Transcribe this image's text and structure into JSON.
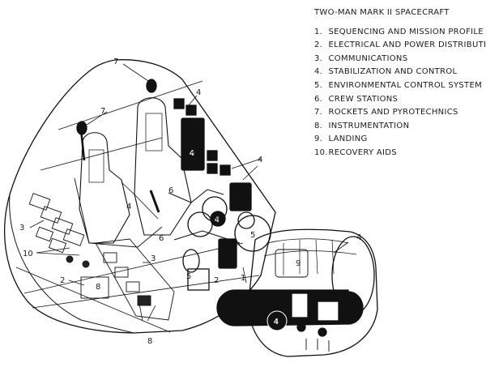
{
  "diagram": {
    "title": "TWO-MAN MARK II SPACECRAFT",
    "legend": [
      {
        "num": "1.",
        "label": "SEQUENCING AND MISSION PROFILE"
      },
      {
        "num": "2.",
        "label": "ELECTRICAL AND POWER DISTRIBUTION"
      },
      {
        "num": "3.",
        "label": "COMMUNICATIONS"
      },
      {
        "num": "4.",
        "label": "STABILIZATION AND CONTROL"
      },
      {
        "num": "5.",
        "label": "ENVIRONMENTAL CONTROL SYSTEM"
      },
      {
        "num": "6.",
        "label": "CREW STATIONS"
      },
      {
        "num": "7.",
        "label": "ROCKETS AND PYROTECHNICS"
      },
      {
        "num": "8.",
        "label": "INSTRUMENTATION"
      },
      {
        "num": "9.",
        "label": "LANDING"
      },
      {
        "num": "10.",
        "label": "RECOVERY AIDS"
      }
    ],
    "callouts": {
      "c7a": "7",
      "c7b": "7",
      "c4a": "4",
      "c4b": "4",
      "c4c": "4",
      "c3a": "3",
      "c3b": "3",
      "c10": "10",
      "c2a": "2",
      "c2b": "2",
      "c8a": "8",
      "c8b": "8",
      "c6a": "6",
      "c6b": "6",
      "c5a": "5",
      "c5b": "5",
      "c1": "1",
      "c9": "9",
      "c4d": "4",
      "c4e": "4",
      "c4f": "4"
    }
  }
}
